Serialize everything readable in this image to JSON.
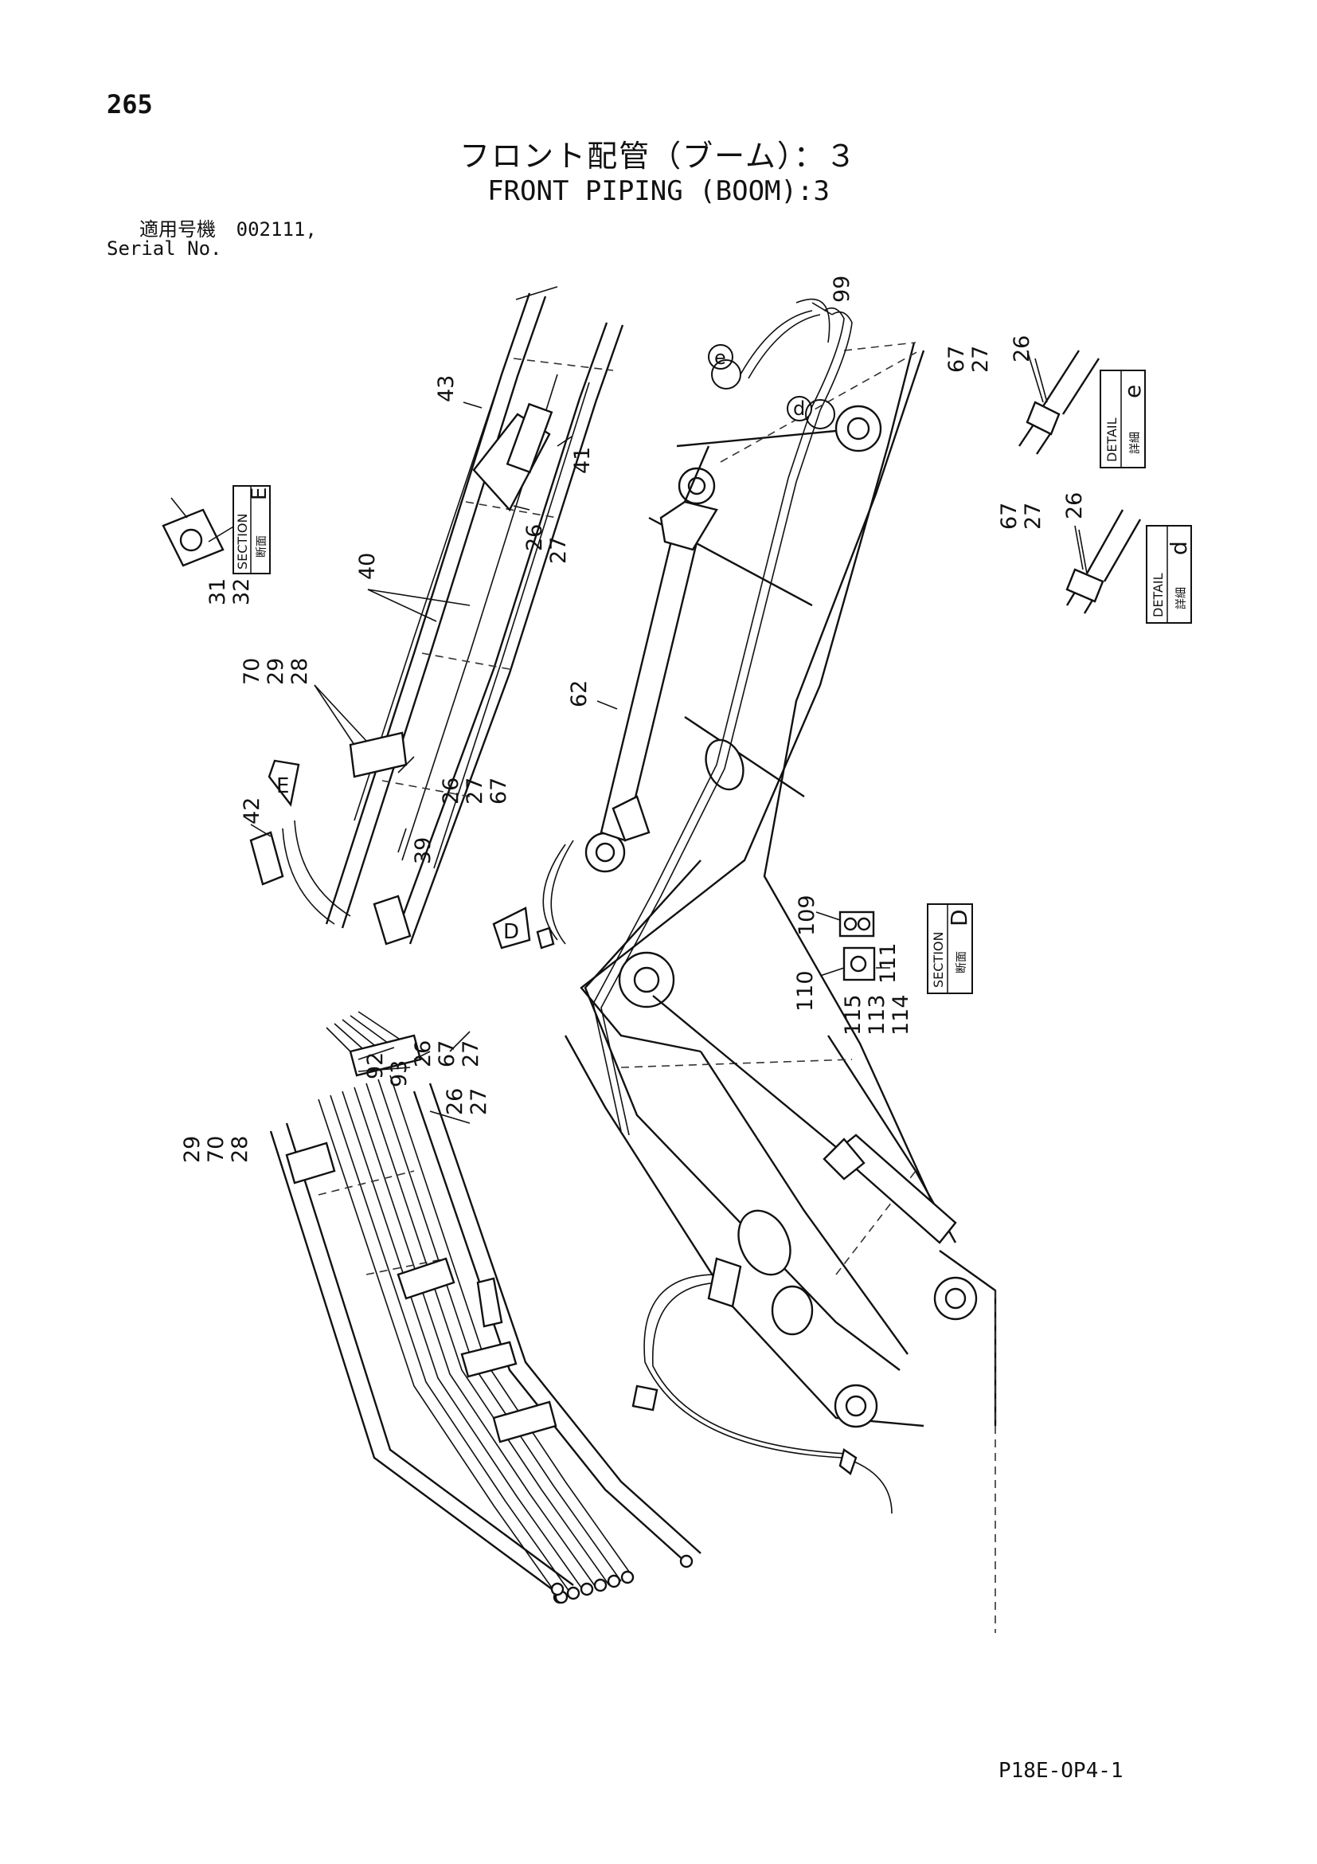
{
  "page_number": "265",
  "title_jp": "フロント配管（ブーム）：３",
  "title_en": "FRONT PIPING (BOOM):3",
  "serial": {
    "label_jp": "適用号機",
    "number": "002111,",
    "label_en": "Serial No."
  },
  "page_code": "P18E-OP4-1",
  "callouts": {
    "c99": "99",
    "c43": "43",
    "c41": "41",
    "c40": "40",
    "c26_27_a": [
      "26",
      "27"
    ],
    "c70_29_28": [
      "70",
      "29",
      "28"
    ],
    "c26_27_67_a": [
      "26",
      "27",
      "67"
    ],
    "c42": "42",
    "c39": "39",
    "c31_32": [
      "31",
      "32"
    ],
    "c62": "62",
    "c67_27_26_e": [
      "67",
      "27",
      "26"
    ],
    "c67_27_26_d": [
      "67",
      "27",
      "26"
    ],
    "c109": "109",
    "c110": "110",
    "c111": "111",
    "c115_113_114": [
      "115",
      "113",
      "114"
    ],
    "c92": "92",
    "c93": "93",
    "c29_70_28": [
      "29",
      "70",
      "28"
    ],
    "c26_67_27": [
      "26",
      "67",
      "27"
    ],
    "c26_27_b": [
      "26",
      "27"
    ]
  },
  "markers": {
    "e": "e",
    "d": "d",
    "E": "E",
    "D": "D"
  },
  "boxes": {
    "section_E": {
      "kanji": "断面",
      "word": "SECTION",
      "letter": "E"
    },
    "section_D": {
      "kanji": "断面",
      "word": "SECTION",
      "letter": "D"
    },
    "detail_e": {
      "kanji": "詳細",
      "word": "DETAIL",
      "letter": "e"
    },
    "detail_d": {
      "kanji": "詳細",
      "word": "DETAIL",
      "letter": "d"
    }
  }
}
